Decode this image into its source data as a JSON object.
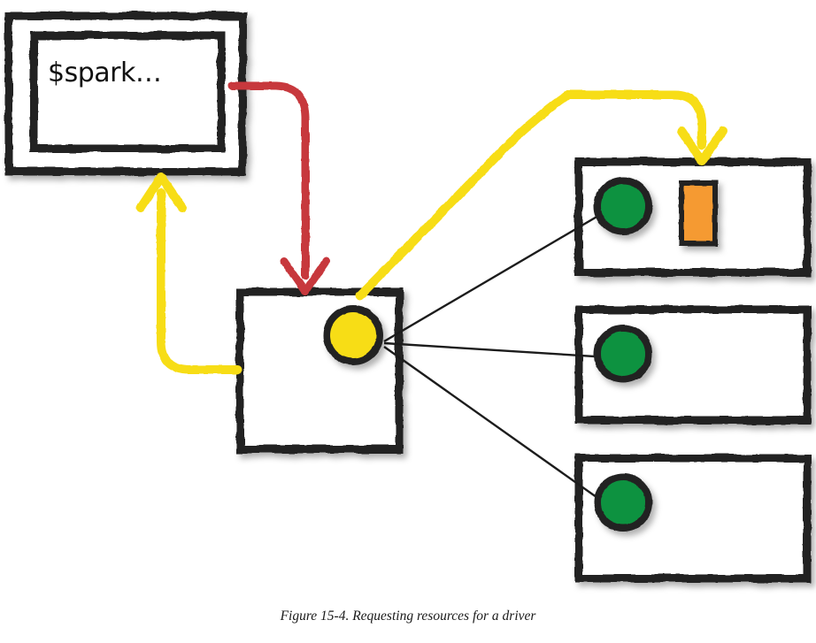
{
  "figure": {
    "caption": "Figure 15-4. Requesting resources for a driver",
    "title": "Requesting resources for a driver",
    "number": "15-4"
  },
  "terminal": {
    "command": "$spark…",
    "label": "terminal-window"
  },
  "cluster_manager": {
    "label": "cluster-manager",
    "marker": "yellow-circle"
  },
  "workers": [
    {
      "label": "worker-node-1",
      "circle": "green-circle",
      "has_driver": true,
      "driver_label": "driver-process"
    },
    {
      "label": "worker-node-2",
      "circle": "green-circle",
      "has_driver": false,
      "driver_label": ""
    },
    {
      "label": "worker-node-3",
      "circle": "green-circle",
      "has_driver": false,
      "driver_label": ""
    }
  ],
  "arrows": [
    {
      "name": "submit-arrow",
      "color": "#C7383C",
      "from": "terminal",
      "to": "cluster-manager"
    },
    {
      "name": "launch-driver-arrow",
      "color": "#F7DD15",
      "from": "cluster-manager",
      "to": "worker-node-1"
    },
    {
      "name": "response-arrow",
      "color": "#F7DD15",
      "from": "cluster-manager",
      "to": "terminal"
    }
  ],
  "connectors": [
    {
      "name": "connector-worker-1",
      "color": "#1c1c1c"
    },
    {
      "name": "connector-worker-2",
      "color": "#1c1c1c"
    },
    {
      "name": "connector-worker-3",
      "color": "#1c1c1c"
    }
  ],
  "colors": {
    "stroke": "#222222",
    "yellow": "#F7DD15",
    "green": "#10923F",
    "orange": "#F59A30",
    "red": "#C7383C",
    "background": "#FFFFFF",
    "shadow": "rgba(0,0,0,0.28)"
  }
}
